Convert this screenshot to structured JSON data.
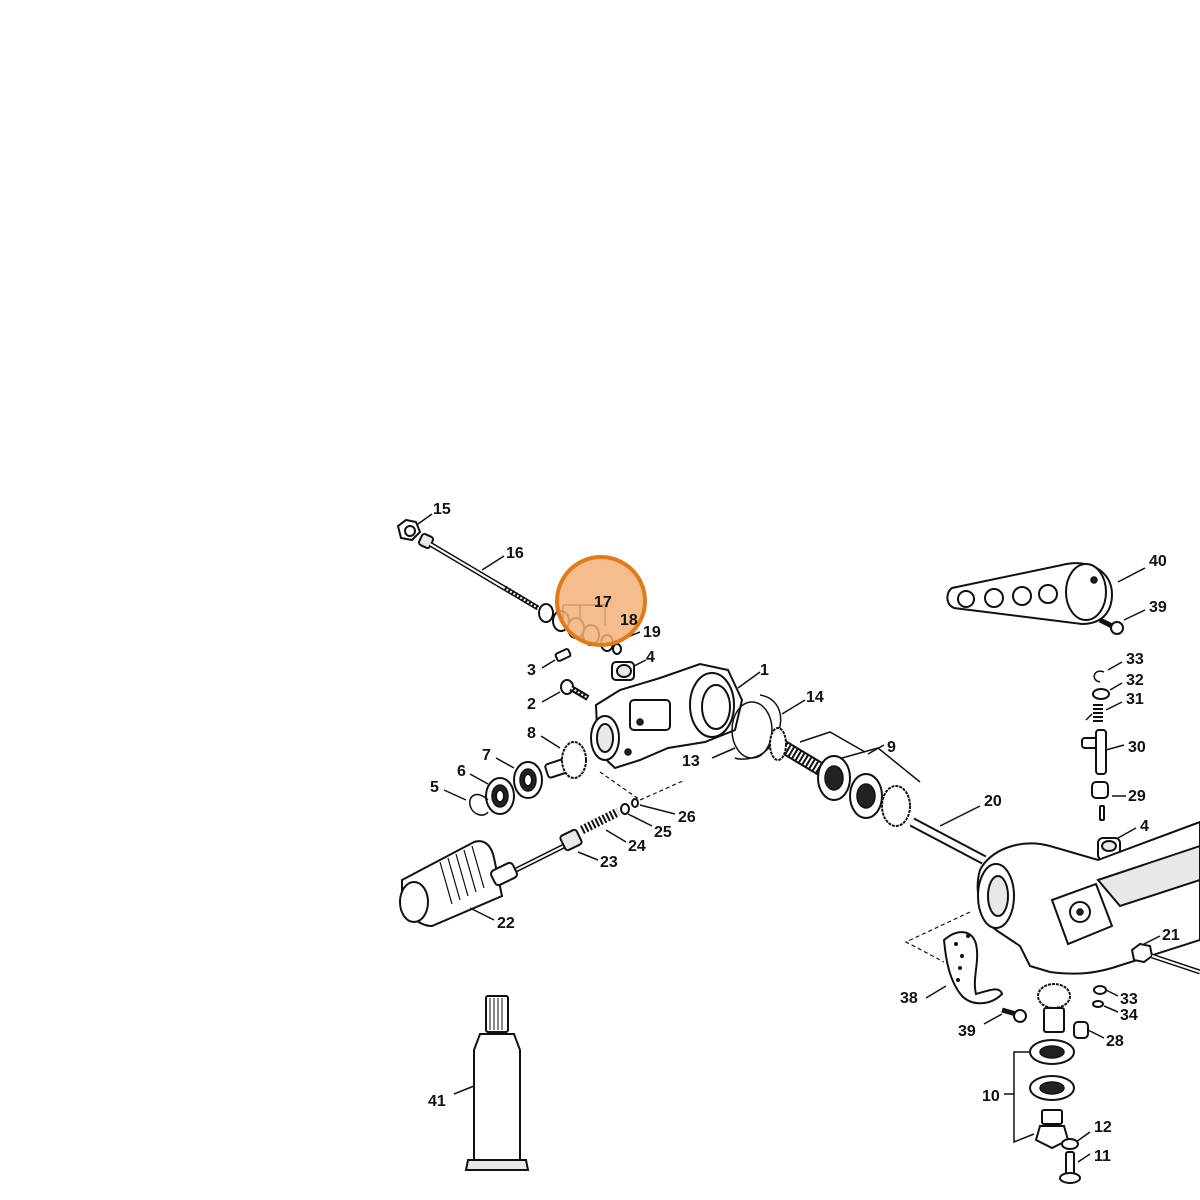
{
  "labels": {
    "l1": "1",
    "l2": "2",
    "l3": "3",
    "l4a": "4",
    "l4b": "4",
    "l5": "5",
    "l6": "6",
    "l7": "7",
    "l8": "8",
    "l9": "9",
    "l10": "10",
    "l11": "11",
    "l12": "12",
    "l13": "13",
    "l14": "14",
    "l15": "15",
    "l16": "16",
    "l17": "17",
    "l18": "18",
    "l19": "19",
    "l20": "20",
    "l21": "21",
    "l22": "22",
    "l23": "23",
    "l24": "24",
    "l25": "25",
    "l26": "26",
    "l28": "28",
    "l29": "29",
    "l30": "30",
    "l31": "31",
    "l32": "32",
    "l33a": "33",
    "l33b": "33",
    "l34": "34",
    "l38": "38",
    "l39a": "39",
    "l39b": "39",
    "l40": "40",
    "l41": "41"
  },
  "highlight": {
    "color": "#e07b1a",
    "fill": "#f2b27a",
    "target_label": "17"
  }
}
